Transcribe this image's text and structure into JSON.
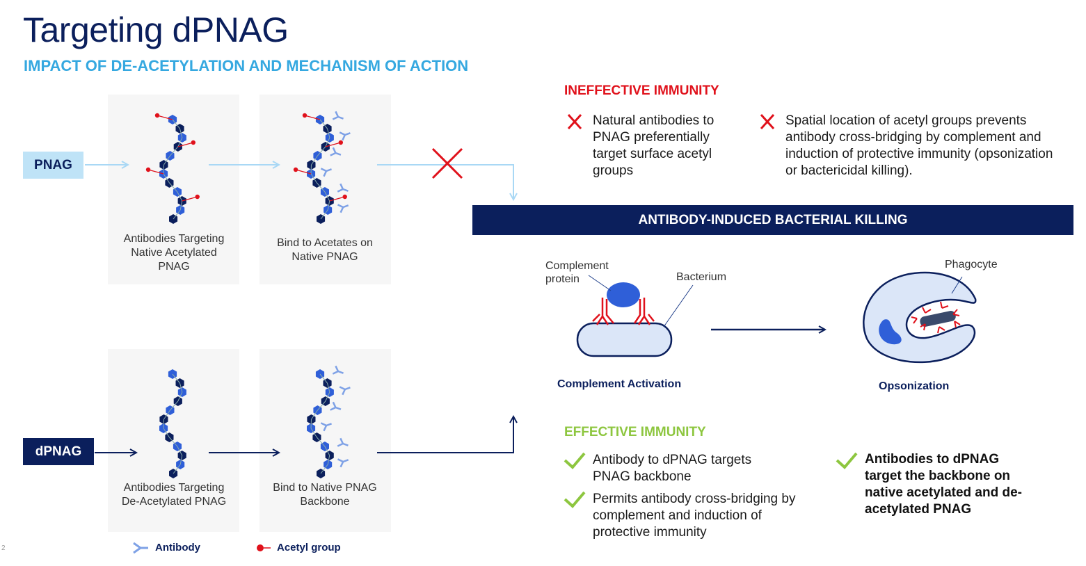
{
  "slide": {
    "title": "Targeting dPNAG",
    "subtitle": "IMPACT OF DE-ACETYLATION AND MECHANISM OF ACTION",
    "page_number": "2"
  },
  "rows": {
    "pnag_label": "PNAG",
    "dpnag_label": "dPNAG"
  },
  "panels": {
    "p1": "Antibodies Targeting Native Acetylated PNAG",
    "p2": "Bind to Acetates on Native PNAG",
    "p3": "Antibodies Targeting De-Acetylated PNAG",
    "p4": "Bind to Native PNAG Backbone"
  },
  "ineffective": {
    "heading": "INEFFECTIVE IMMUNITY",
    "items": [
      "Natural antibodies to PNAG preferentially target surface acetyl groups",
      "Spatial location of acetyl groups prevents antibody cross-bridging by complement and induction of protective immunity (opsonization or bactericidal killing)."
    ]
  },
  "killing": {
    "bar_title": "ANTIBODY-INDUCED BACTERIAL KILLING",
    "complement_protein": "Complement protein",
    "bacterium": "Bacterium",
    "phagocyte": "Phagocyte",
    "complement_activation": "Complement Activation",
    "opsonization": "Opsonization"
  },
  "effective": {
    "heading": "EFFECTIVE IMMUNITY",
    "items": [
      "Antibody to dPNAG targets PNAG backbone",
      "Permits antibody cross-bridging by complement and induction of protective immunity"
    ],
    "highlight": "Antibodies to dPNAG target the backbone on native acetylated and de-acetylated PNAG"
  },
  "legend": {
    "antibody": "Antibody",
    "acetyl": "Acetyl group"
  },
  "colors": {
    "navy": "#0b1f5c",
    "sky": "#35a8e0",
    "red": "#e0111b",
    "green": "#8dc63f",
    "strand_blue": "#2f5fd8",
    "antibody_light": "#7ea1e6"
  }
}
